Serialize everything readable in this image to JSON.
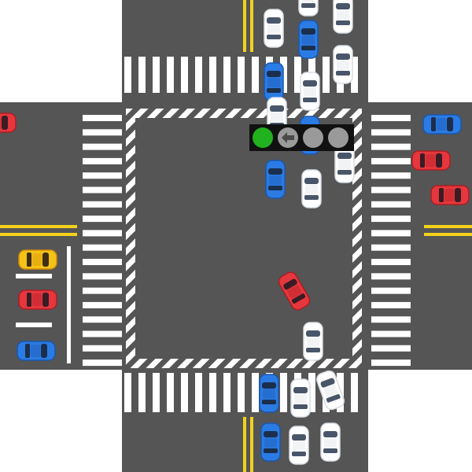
{
  "scene": {
    "type": "traffic-intersection-puzzle",
    "colors": {
      "background": "#ffffff",
      "asphalt": "#555555",
      "lane_yellow": "#f2d21b",
      "marking_white": "#ffffff",
      "signal_housing": "#111111",
      "signal_green": "#22b11f",
      "signal_off": "#9a9a9a"
    }
  },
  "traffic_light": {
    "lamps": [
      {
        "id": "lamp-1",
        "icon": "green-light",
        "state": "on",
        "color": "#22b11f"
      },
      {
        "id": "lamp-2",
        "icon": "left-arrow",
        "state": "off",
        "color": "#9a9a9a"
      },
      {
        "id": "lamp-3",
        "icon": "light-off",
        "state": "off",
        "color": "#9a9a9a"
      },
      {
        "id": "lamp-4",
        "icon": "light-off",
        "state": "off",
        "color": "#9a9a9a"
      }
    ]
  },
  "cars": [
    {
      "id": "car-n1",
      "color": "white",
      "lane": "north-approach"
    },
    {
      "id": "car-n2",
      "color": "white",
      "lane": "north-approach"
    },
    {
      "id": "car-n3",
      "color": "blue",
      "lane": "north-approach"
    },
    {
      "id": "car-n4",
      "color": "white",
      "lane": "north-approach"
    },
    {
      "id": "car-n5",
      "color": "white",
      "lane": "north-approach"
    },
    {
      "id": "car-n6",
      "color": "white",
      "lane": "north-approach"
    },
    {
      "id": "car-n7",
      "color": "blue",
      "lane": "north-approach"
    },
    {
      "id": "car-n8",
      "color": "white",
      "lane": "north-approach"
    },
    {
      "id": "car-n9",
      "color": "white",
      "lane": "north-approach"
    },
    {
      "id": "car-n10",
      "color": "blue",
      "lane": "north-approach"
    },
    {
      "id": "car-i1",
      "color": "blue",
      "lane": "intersection"
    },
    {
      "id": "car-i2",
      "color": "white",
      "lane": "intersection"
    },
    {
      "id": "car-i3",
      "color": "white",
      "lane": "intersection"
    },
    {
      "id": "car-i4",
      "color": "red",
      "lane": "intersection"
    },
    {
      "id": "car-i5",
      "color": "white",
      "lane": "intersection"
    },
    {
      "id": "car-e1",
      "color": "blue",
      "lane": "east-approach"
    },
    {
      "id": "car-e2",
      "color": "red",
      "lane": "east-approach"
    },
    {
      "id": "car-e3",
      "color": "red",
      "lane": "east-approach"
    },
    {
      "id": "car-w1",
      "color": "red",
      "lane": "west-approach"
    },
    {
      "id": "car-w2",
      "color": "yellow",
      "lane": "west-approach"
    },
    {
      "id": "car-w3",
      "color": "red",
      "lane": "west-approach"
    },
    {
      "id": "car-w4",
      "color": "blue",
      "lane": "west-approach"
    },
    {
      "id": "car-s1",
      "color": "blue",
      "lane": "south-approach"
    },
    {
      "id": "car-s2",
      "color": "white",
      "lane": "south-approach"
    },
    {
      "id": "car-s3",
      "color": "white",
      "lane": "south-approach"
    },
    {
      "id": "car-s4",
      "color": "blue",
      "lane": "south-approach"
    },
    {
      "id": "car-s5",
      "color": "white",
      "lane": "south-approach"
    },
    {
      "id": "car-s6",
      "color": "white",
      "lane": "south-approach"
    }
  ]
}
